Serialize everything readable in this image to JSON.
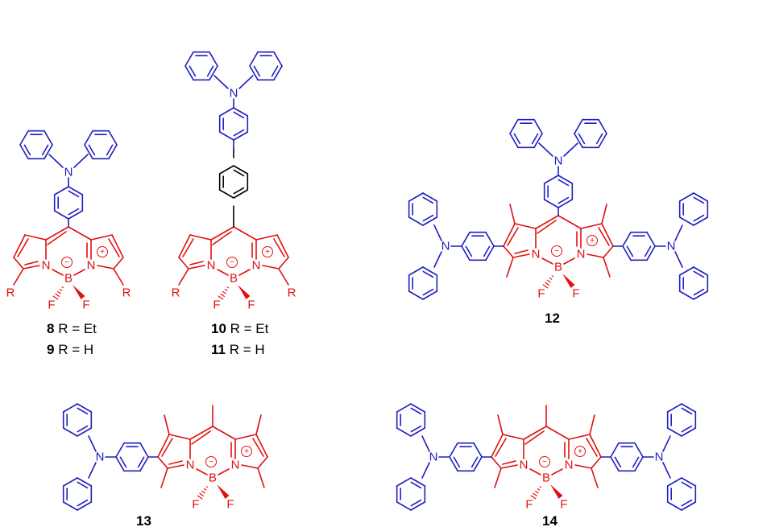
{
  "colors": {
    "donor": "#1f1fbf",
    "core": "#e01010",
    "linker": "#000000",
    "label": "#000000"
  },
  "atoms": {
    "nitrogen": "N",
    "boron": "B",
    "fluorine": "F",
    "substituent": "R",
    "plus": "+",
    "minus": "−"
  },
  "compounds": [
    {
      "id": "8",
      "number": "8",
      "text": " R = Et"
    },
    {
      "id": "9",
      "number": "9",
      "text": " R = H"
    },
    {
      "id": "10",
      "number": "10",
      "text": " R = Et"
    },
    {
      "id": "11",
      "number": "11",
      "text": " R = H"
    },
    {
      "id": "12",
      "number": "12",
      "text": ""
    },
    {
      "id": "13",
      "number": "13",
      "text": ""
    },
    {
      "id": "14",
      "number": "14",
      "text": ""
    }
  ]
}
